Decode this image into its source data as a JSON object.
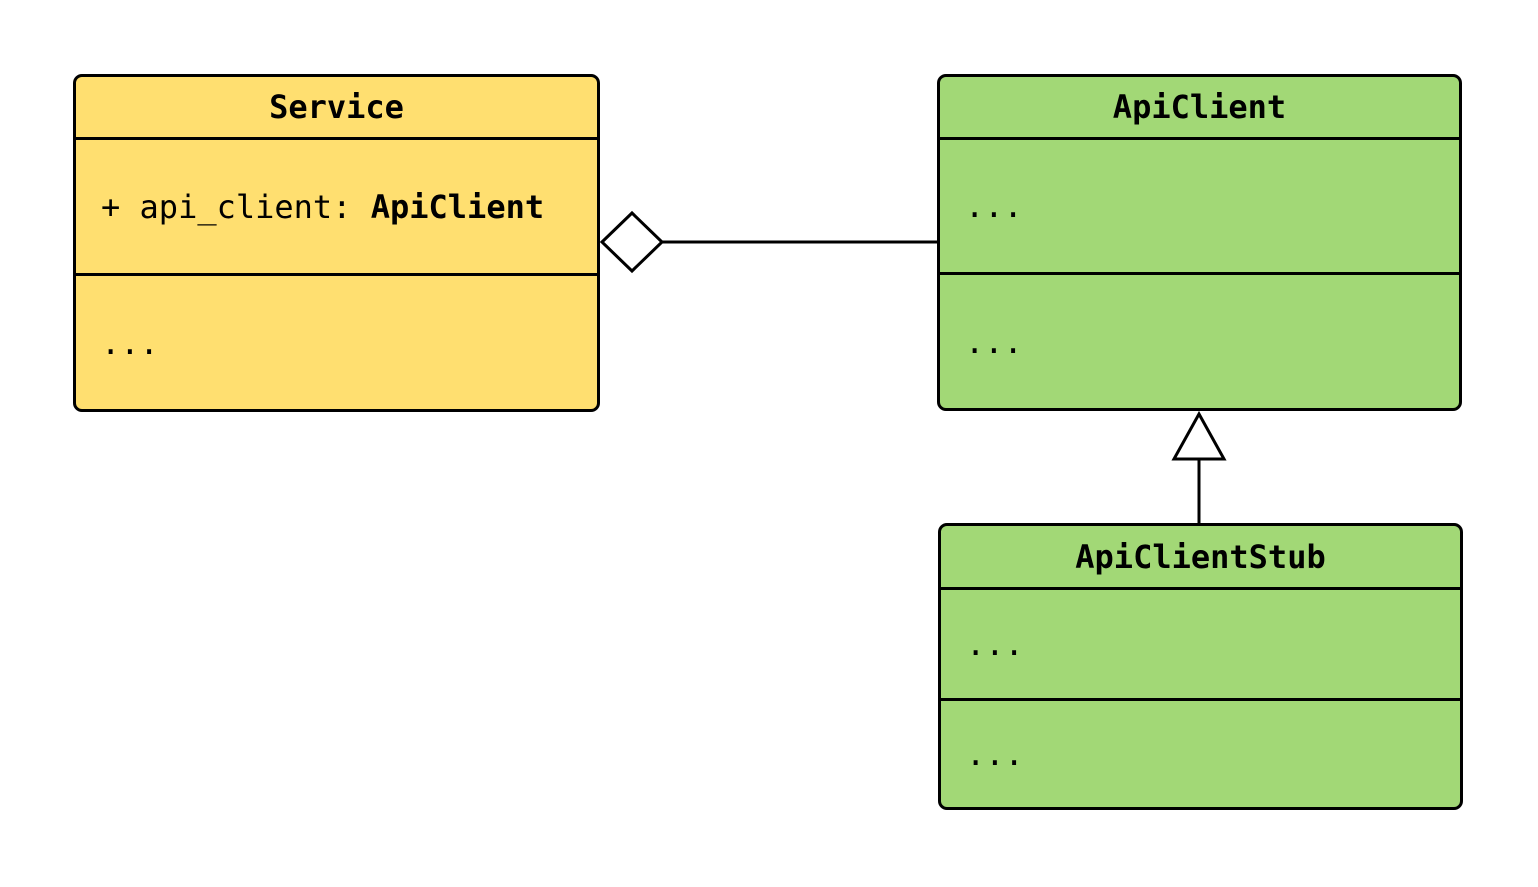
{
  "colors": {
    "canvas_bg": "#FFFFFF",
    "stroke": "#000000",
    "class_yellow": "#FFDF70",
    "class_green": "#A2D876",
    "marker_fill": "#FFFFFF"
  },
  "diagram": {
    "kind": "uml-class-diagram",
    "classes": {
      "service": {
        "name": "Service",
        "attribute_prefix": "+ api_client: ",
        "attribute_type": "ApiClient",
        "methods_placeholder": "..."
      },
      "api_client": {
        "name": "ApiClient",
        "attributes_placeholder": "...",
        "methods_placeholder": "..."
      },
      "api_client_stub": {
        "name": "ApiClientStub",
        "attributes_placeholder": "...",
        "methods_placeholder": "..."
      }
    },
    "relationships": [
      {
        "type": "aggregation",
        "from": "Service",
        "to": "ApiClient",
        "marker": "hollow-diamond-at-source"
      },
      {
        "type": "inheritance",
        "from": "ApiClientStub",
        "to": "ApiClient",
        "marker": "hollow-triangle-at-target"
      }
    ]
  }
}
